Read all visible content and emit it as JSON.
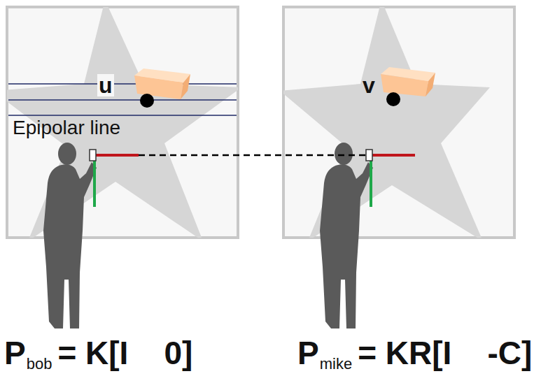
{
  "diagram": {
    "labels": [
      "u",
      "Epipolar line",
      "v",
      "P",
      "bob",
      "= K[I    0]",
      "P",
      "mike",
      "= KR[I    -C]"
    ]
  }
}
